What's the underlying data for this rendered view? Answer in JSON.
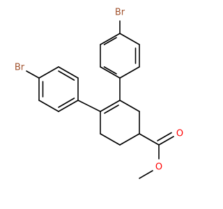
{
  "molecule": {
    "atoms": {
      "br_top": {
        "symbol": "Br",
        "color": "#a0522d"
      },
      "br_left": {
        "symbol": "Br",
        "color": "#a0522d"
      },
      "o_carbonyl": {
        "symbol": "O",
        "color": "#ff0000"
      },
      "o_ester": {
        "symbol": "O",
        "color": "#ff0000"
      }
    },
    "bond_color": "#000000"
  }
}
